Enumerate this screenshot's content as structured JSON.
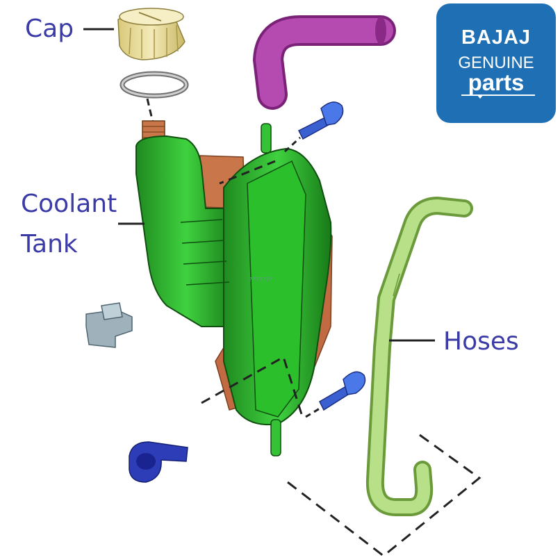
{
  "labels": {
    "cap": "Cap",
    "coolant_tank_line1": "Coolant",
    "coolant_tank_line2": "Tank",
    "hoses": "Hoses"
  },
  "badge": {
    "brand": "BAJAJ",
    "line2": "GENUINE",
    "line3": "parts"
  },
  "watermark": "???????",
  "colors": {
    "label_text": "#3b3ba8",
    "tank_green": "#2fb52f",
    "cap_yellow": "#e8dc9a",
    "hose_purple": "#a63aa0",
    "hose_green": "#a8d878",
    "bolt_blue": "#3a5fd0",
    "badge_blue": "#1f6fb4",
    "rubber_orange": "#c9774a"
  },
  "icons": [
    "cap-part",
    "o-ring-part",
    "coolant-tank-part",
    "purple-hose-part",
    "green-hose-part",
    "bolt-part",
    "clip-part",
    "clamp-part"
  ]
}
